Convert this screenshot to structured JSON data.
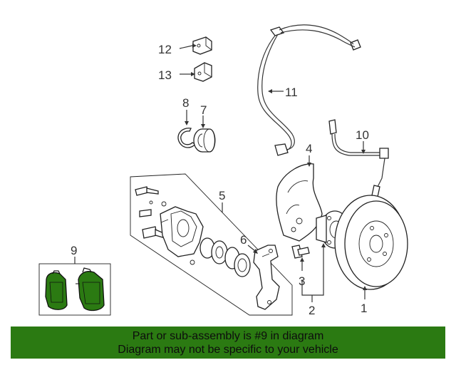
{
  "callouts": {
    "c1": "1",
    "c2": "2",
    "c3": "3",
    "c4": "4",
    "c5": "5",
    "c6": "6",
    "c7": "7",
    "c8": "8",
    "c9": "9",
    "c10": "10",
    "c11": "11",
    "c12": "12",
    "c13": "13"
  },
  "banner": {
    "line1": "Part or sub-assembly is #9 in diagram",
    "line2": "Diagram may not be specific to your vehicle"
  },
  "colors": {
    "banner_bg": "#2b7a12",
    "pad_highlight": "#2b7a12",
    "line": "#333333"
  }
}
